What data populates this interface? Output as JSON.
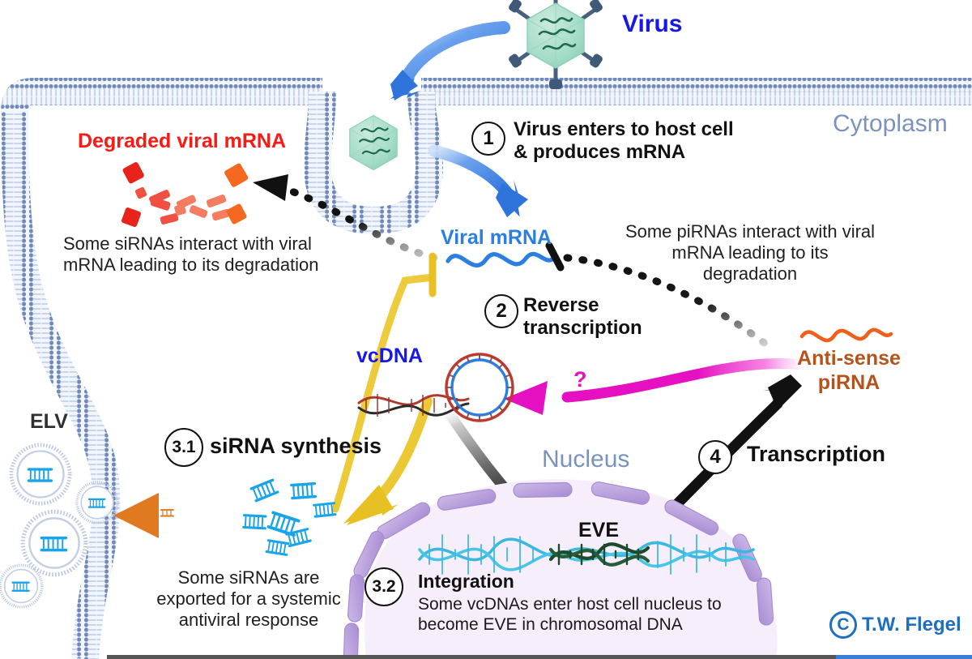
{
  "figure": {
    "title_labels": {
      "virus": "Virus",
      "cytoplasm": "Cytoplasm",
      "nucleus": "Nucleus",
      "elv": "ELV",
      "eve": "EVE",
      "degraded_viral_mrna": "Degraded viral mRNA",
      "viral_mrna": "Viral mRNA",
      "vcdna": "vcDNA",
      "anti_sense_pirna": "Anti-sense\npiRNA",
      "question_mark": "?"
    },
    "steps": [
      {
        "id": "1",
        "badge": "1",
        "label": "Virus enters to host cell\n& produces mRNA"
      },
      {
        "id": "2",
        "badge": "2",
        "label": "Reverse\ntranscription"
      },
      {
        "id": "3.1",
        "badge": "3.1",
        "label": "siRNA synthesis"
      },
      {
        "id": "3.2",
        "badge": "3.2",
        "label": "Integration"
      },
      {
        "id": "4",
        "badge": "4",
        "label": "Transcription"
      }
    ],
    "annotations": {
      "sirna_degradation": "Some siRNAs interact with viral\nmRNA leading to its degradation",
      "pirna_degradation": "Some piRNAs interact with viral\nmRNA leading to its\ndegradation",
      "sirna_export": "Some siRNAs are\nexported for a systemic\nantiviral response",
      "integration_body": "Some vcDNAs enter host cell nucleus to\nbecome EVE in chromosomal DNA"
    },
    "credit": {
      "mark": "C",
      "name": "T.W. Flegel"
    },
    "colors": {
      "virus_label": "#1717e8",
      "cytoplasm_label": "#7b92bd",
      "degraded_mrna_label": "#f81a14",
      "viral_mrna_label": "#2a7fe0",
      "vcdna_label": "#1717e8",
      "anti_sense_pirna_label": "#b4541c",
      "nucleus_label": "#7b92bd",
      "entry_arrow": "#3d85e8",
      "inhibition_arrow": "#e8c023",
      "sirna_export_arrow": "#e07a20",
      "pirna_arrow": "#e510c2",
      "transcription_arrow": "#111111",
      "integration_arrow": "#111111",
      "degradation_dotted_arrow": "#111111",
      "membrane": "#6d84b4",
      "membrane_fill": "#e8eef8",
      "nucleus_fill": "#f7eefb",
      "nucleus_pore": "#bba4dc",
      "chromosome_dna": "#3cb8e0",
      "eve_dna": "#1d4a2a",
      "virus_capsid": "#a9ddc9",
      "virus_genome": "#1d6b4f",
      "sirna": "#19a3e8",
      "vcdna_strand_a": "#c0392b",
      "vcdna_strand_b": "#2a7fe0"
    }
  }
}
